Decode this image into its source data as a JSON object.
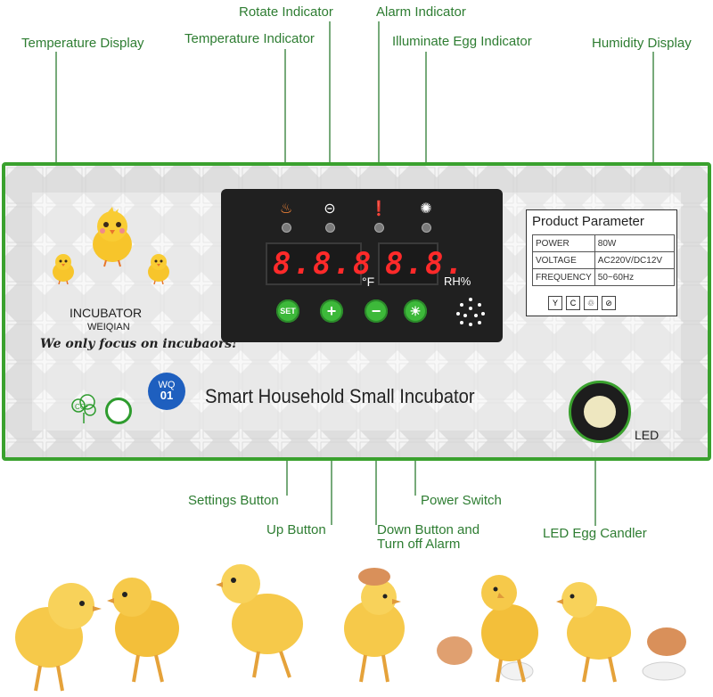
{
  "callouts": {
    "temperature_display": "Temperature Display",
    "rotate_indicator": "Rotate Indicator",
    "temperature_indicator": "Temperature Indicator",
    "alarm_indicator": "Alarm Indicator",
    "illuminate_egg_indicator": "Illuminate Egg Indicator",
    "humidity_display": "Humidity Display",
    "settings_button": "Settings Button",
    "up_button": "Up Button",
    "down_button_line1": "Down Button and",
    "down_button_line2": "Turn off Alarm",
    "power_switch": "Power Switch",
    "led_egg_candler": "LED Egg Candler"
  },
  "display": {
    "temperature_digits": "8.8.8.",
    "temperature_unit": "°F",
    "humidity_digits": "8.8.",
    "humidity_unit": "RH%"
  },
  "buttons": {
    "set": "SET",
    "up": "+",
    "down": "−",
    "power": "☀"
  },
  "brand": {
    "name": "INCUBATOR",
    "sub": "WEIQIAN",
    "slogan": "We only focus on incubaors!",
    "badge_top": "WQ",
    "badge_bottom": "01",
    "co2": "CO²"
  },
  "product_title": "Smart Household Small Incubator",
  "led_label": "LED",
  "parameters": {
    "title": "Product Parameter",
    "rows": [
      {
        "label": "POWER",
        "value": "80W"
      },
      {
        "label": "VOLTAGE",
        "value": "AC220V/DC12V"
      },
      {
        "label": "FREQUENCY",
        "value": "50~60Hz"
      }
    ]
  },
  "colors": {
    "accent_green": "#3aa12e",
    "callout_text": "#2e7d32",
    "segment_red": "#ff2a2a"
  }
}
